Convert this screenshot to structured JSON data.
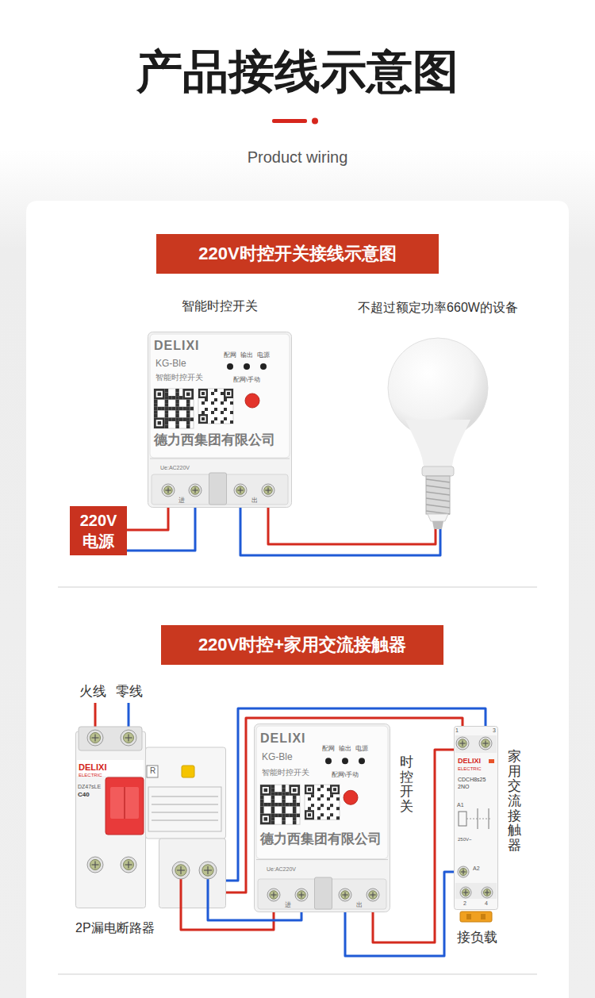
{
  "diagram": {
    "title": "产品接线示意图",
    "nodes": [
      {
        "text": [
          "220V时控开关接线示意图"
        ]
      },
      {
        "text": [
          "智能时控开关",
          "DELIXI",
          "KG-Ble",
          "智能时控开关",
          "配网",
          "输出",
          "电源",
          "配网\\手动",
          "德力西集团有限公司",
          "Ue:AC220V",
          "进",
          "出"
        ]
      },
      {
        "text": [
          "不超过额定功率660W的设备"
        ]
      },
      {
        "text": [
          "220V 电源"
        ]
      },
      {
        "text": [
          "220V时控+家用交流接触器"
        ]
      },
      {
        "text": [
          "DELIXI",
          "ELECTRIC",
          "DZ47sLE",
          "C40",
          "R",
          "2P漏电断路器"
        ]
      },
      {
        "text": [
          "DELIXI",
          "KG-Ble",
          "智能时控开关",
          "配网",
          "输出",
          "电源",
          "配网\\手动",
          "德力西集团有限公司",
          "Ue:AC220V",
          "进",
          "出",
          "时控开关"
        ]
      },
      {
        "text": [
          "1",
          "3",
          "DELIXI",
          "ELECTRIC",
          "CDCH8s25",
          "2NO",
          "A1",
          "250V~",
          "A2",
          "2",
          "4",
          "家用交流接触器"
        ]
      }
    ],
    "edges": [
      {
        "from": 3,
        "to": 1,
        "arrow": "none"
      },
      {
        "from": 3,
        "to": 1,
        "arrow": "none"
      },
      {
        "from": 1,
        "to": 2,
        "arrow": "none"
      },
      {
        "from": 1,
        "to": 2,
        "arrow": "none"
      },
      {
        "from": 5,
        "to": 6,
        "arrow": "none"
      },
      {
        "from": 5,
        "to": 6,
        "arrow": "none"
      },
      {
        "from": 5,
        "to": 7,
        "arrow": "none"
      },
      {
        "from": 5,
        "to": 7,
        "arrow": "none"
      },
      {
        "from": 6,
        "to": 7,
        "arrow": "none"
      },
      {
        "from": 6,
        "to": 7,
        "arrow": "none"
      }
    ],
    "labels": [
      "Product wiring",
      "火线",
      "零线",
      "接负载"
    ]
  }
}
